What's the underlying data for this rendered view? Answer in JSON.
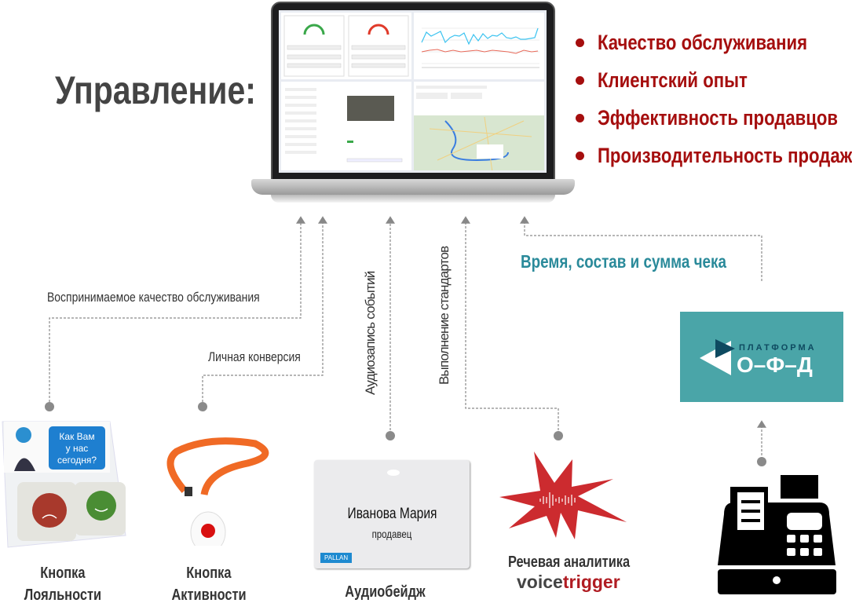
{
  "title": "Управление:",
  "bullets": [
    "Качество обслуживания",
    "Клиентский опыт",
    "Эффективность продавцов",
    "Производительность продаж"
  ],
  "flows": {
    "perceived_quality": "Воспринимаемое качество обслуживания",
    "personal_conversion": "Личная конверсия",
    "audio_recording": "Аудиозапись событий",
    "standards": "Выполнение стандартов",
    "receipt": "Время, состав и сумма чека"
  },
  "devices": {
    "loyalty": {
      "line1": "Кнопка",
      "line2": "Лояльности",
      "screen_text": [
        "Как Вам",
        "у нас",
        "сегодня?"
      ]
    },
    "activity": {
      "line1": "Кнопка",
      "line2": "Активности"
    },
    "badge": {
      "caption": "Аудиобейдж",
      "name": "Иванова Мария",
      "role": "продавец",
      "logo": "PALLAN"
    },
    "speech": {
      "caption": "Речевая аналитика",
      "brand_a": "voice",
      "brand_b": "trigger"
    },
    "ofd": {
      "top": "ПЛАТФОРМА",
      "bottom": "О–Ф–Д"
    }
  },
  "colors": {
    "accent_red": "#a50e0e",
    "teal": "#2a8a9a",
    "ofd_bg": "#4aa5a8"
  }
}
